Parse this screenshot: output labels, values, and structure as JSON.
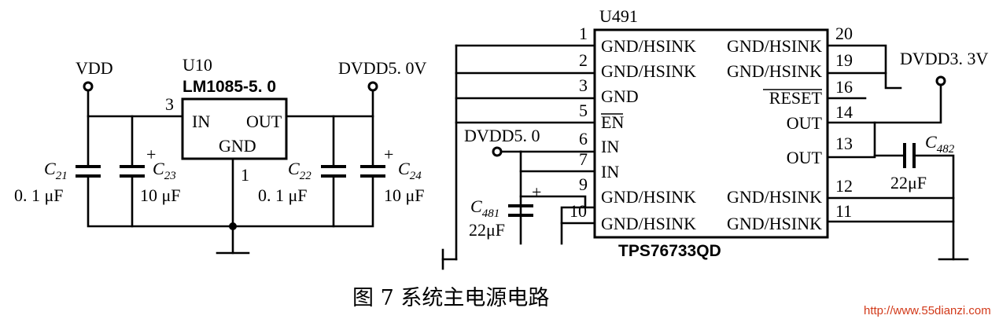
{
  "left": {
    "vdd": "VDD",
    "dvdd": "DVDD5. 0V",
    "ref": "U10",
    "part": "LM1085-5. 0",
    "pin_in": "IN",
    "pin_out": "OUT",
    "pin_gnd": "GND",
    "pin3": "3",
    "pin1": "1",
    "c21": {
      "name": "C",
      "sub": "21",
      "value": "0. 1 μF"
    },
    "c23": {
      "name": "C",
      "sub": "23",
      "value": "10 μF"
    },
    "c22": {
      "name": "C",
      "sub": "22",
      "value": "0. 1 μF"
    },
    "c24": {
      "name": "C",
      "sub": "24",
      "value": "10 μF"
    },
    "plus": "+"
  },
  "right": {
    "ref": "U491",
    "part": "TPS76733QD",
    "dvdd_in": "DVDD5. 0",
    "dvdd_out": "DVDD3. 3V",
    "left_pins": [
      {
        "num": "1",
        "label": "GND/HSINK"
      },
      {
        "num": "2",
        "label": "GND/HSINK"
      },
      {
        "num": "3",
        "label": "GND"
      },
      {
        "num": "5",
        "label": "EN"
      },
      {
        "num": "6",
        "label": "IN"
      },
      {
        "num": "7",
        "label": "IN"
      },
      {
        "num": "9",
        "label": "GND/HSINK"
      },
      {
        "num": "10",
        "label": "GND/HSINK"
      }
    ],
    "right_pins": [
      {
        "num": "20",
        "label": "GND/HSINK"
      },
      {
        "num": "19",
        "label": "GND/HSINK"
      },
      {
        "num": "16",
        "label": "RESET"
      },
      {
        "num": "14",
        "label": "OUT"
      },
      {
        "num": "13",
        "label": "OUT"
      },
      {
        "num": "12",
        "label": "GND/HSINK"
      },
      {
        "num": "11",
        "label": "GND/HSINK"
      }
    ],
    "c481": {
      "name": "C",
      "sub": "481",
      "value": "22μF"
    },
    "c482": {
      "name": "C",
      "sub": "482",
      "value": "22μF"
    },
    "plus": "+"
  },
  "caption": "图 7  系统主电源电路",
  "watermark": "http://www.55dianzi.com"
}
